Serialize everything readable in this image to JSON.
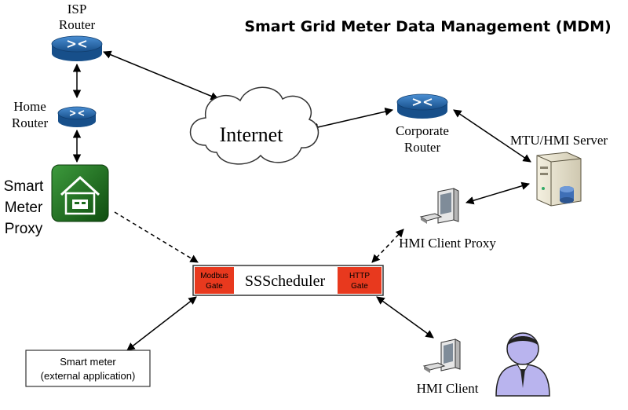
{
  "title": "Smart Grid Meter Data Management (MDM)",
  "nodes": {
    "isp_router": {
      "label_line1": "ISP",
      "label_line2": "Router"
    },
    "home_router": {
      "label_line1": "Home",
      "label_line2": "Router"
    },
    "internet": {
      "label": "Internet"
    },
    "corporate_router": {
      "label_line1": "Corporate",
      "label_line2": "Router"
    },
    "mtu_hmi_server": {
      "label": "MTU/HMI Server"
    },
    "smart_meter_proxy": {
      "label_line1": "Smart",
      "label_line2": "Meter",
      "label_line3": "Proxy"
    },
    "hmi_client_proxy": {
      "label": "HMI Client Proxy"
    },
    "ssscheduler": {
      "label": "SSScheduler",
      "modbus_gate_line1": "Modbus",
      "modbus_gate_line2": "Gate",
      "http_gate_line1": "HTTP",
      "http_gate_line2": "Gate"
    },
    "smart_meter_external": {
      "label_line1": "Smart meter",
      "label_line2": "(external application)"
    },
    "hmi_client": {
      "label": "HMI Client"
    }
  },
  "colors": {
    "gate_fill": "#e8391e",
    "router_blue": "#1f5f9e",
    "proxy_green": "#1e6b1e",
    "user_purple": "#b9b4ee"
  },
  "icons": [
    "router-icon",
    "cloud-icon",
    "server-icon",
    "house-icon",
    "desktop-computer-icon",
    "user-avatar-icon"
  ]
}
